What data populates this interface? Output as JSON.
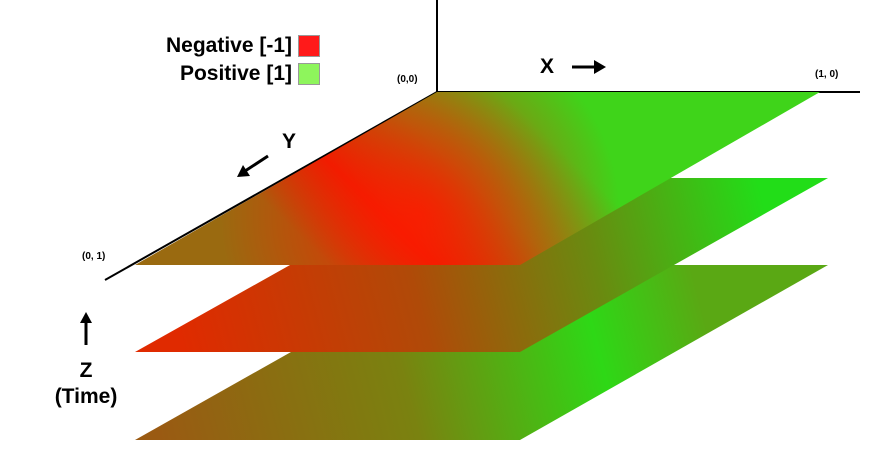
{
  "legend": {
    "negative": {
      "label": "Negative [-1]",
      "color": "#ff1a1a"
    },
    "positive": {
      "label": "Positive [1]",
      "color": "#8ef55c"
    }
  },
  "axes": {
    "x": {
      "label": "X",
      "arrow": "⟶"
    },
    "y": {
      "label": "Y"
    },
    "z": {
      "line1": "Z",
      "line2": "(Time)",
      "arrow": "↑"
    }
  },
  "corners": {
    "origin": "(0,0)",
    "x_end": "(1, 0)",
    "y_end": "(0, 1)"
  },
  "colors": {
    "red": "#ee1c00",
    "green": "#1fe01a",
    "olive": "#7a8a10",
    "brown": "#8a6a10"
  },
  "layers": [
    {
      "name": "top",
      "pattern": "red-center-band"
    },
    {
      "name": "middle",
      "pattern": "red-left-green-right"
    },
    {
      "name": "bottom",
      "pattern": "brown-left-green-right"
    }
  ]
}
